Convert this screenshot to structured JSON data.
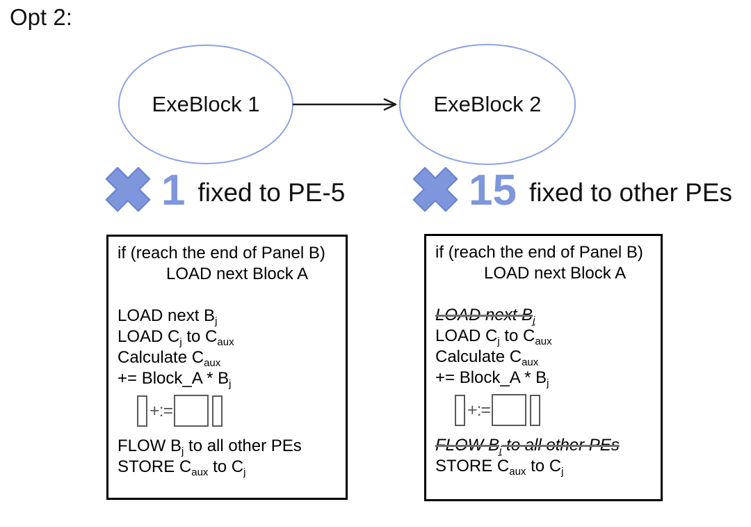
{
  "title": "Opt 2:",
  "colors": {
    "accent_blue": "#7E96DB",
    "x_stroke": "#6A84D0",
    "ellipse_stroke": "#8CA3E3",
    "icon_gray": "#595959",
    "strike_gray": "#6E6E6E"
  },
  "diagram": {
    "node1_label": "ExeBlock 1",
    "node2_label": "ExeBlock 2",
    "multiplier1": {
      "count": "1",
      "label": "fixed to PE-5"
    },
    "multiplier2": {
      "count": "15",
      "label": "fixed to other PEs"
    }
  },
  "icon_assign_label": "+:=",
  "boxes": [
    {
      "id": "exeblock1",
      "lines": [
        {
          "segments": [
            {
              "t": "if (reach the end of Panel B)"
            }
          ]
        },
        {
          "indent": true,
          "segments": [
            {
              "t": "LOAD next Block A"
            }
          ]
        },
        {
          "blank": true
        },
        {
          "segments": [
            {
              "t": "LOAD next B"
            },
            {
              "t": "j",
              "sub": true
            }
          ]
        },
        {
          "segments": [
            {
              "t": "LOAD C"
            },
            {
              "t": "j",
              "sub": true
            },
            {
              "t": " to C"
            },
            {
              "t": "aux",
              "sub": true
            }
          ]
        },
        {
          "segments": [
            {
              "t": "Calculate C"
            },
            {
              "t": "aux",
              "sub": true
            }
          ]
        },
        {
          "segments": [
            {
              "t": " += Block_A * B"
            },
            {
              "t": "j",
              "sub": true
            }
          ]
        },
        {
          "icon": true
        },
        {
          "segments": [
            {
              "t": "FLOW B"
            },
            {
              "t": "j",
              "sub": true
            },
            {
              "t": " to all other PEs"
            }
          ]
        },
        {
          "segments": [
            {
              "t": "STORE C"
            },
            {
              "t": "aux",
              "sub": true
            },
            {
              "t": " to C"
            },
            {
              "t": "j",
              "sub": true
            }
          ]
        }
      ]
    },
    {
      "id": "exeblock2",
      "lines": [
        {
          "segments": [
            {
              "t": "if (reach the end of Panel B)"
            }
          ]
        },
        {
          "indent": true,
          "segments": [
            {
              "t": "LOAD next Block A"
            }
          ]
        },
        {
          "blank": true
        },
        {
          "struck": true,
          "segments": [
            {
              "t": "LOAD next B"
            },
            {
              "t": "j",
              "sub": true
            }
          ]
        },
        {
          "segments": [
            {
              "t": "LOAD C"
            },
            {
              "t": "j",
              "sub": true
            },
            {
              "t": " to C"
            },
            {
              "t": "aux",
              "sub": true
            }
          ]
        },
        {
          "segments": [
            {
              "t": "Calculate C"
            },
            {
              "t": "aux",
              "sub": true
            }
          ]
        },
        {
          "segments": [
            {
              "t": " += Block_A * B"
            },
            {
              "t": "j",
              "sub": true
            }
          ]
        },
        {
          "icon": true
        },
        {
          "struck": true,
          "segments": [
            {
              "t": "FLOW B"
            },
            {
              "t": "j",
              "sub": true
            },
            {
              "t": " to all other PEs"
            }
          ]
        },
        {
          "segments": [
            {
              "t": "STORE C"
            },
            {
              "t": "aux",
              "sub": true
            },
            {
              "t": " to C"
            },
            {
              "t": "j",
              "sub": true
            }
          ]
        }
      ]
    }
  ]
}
